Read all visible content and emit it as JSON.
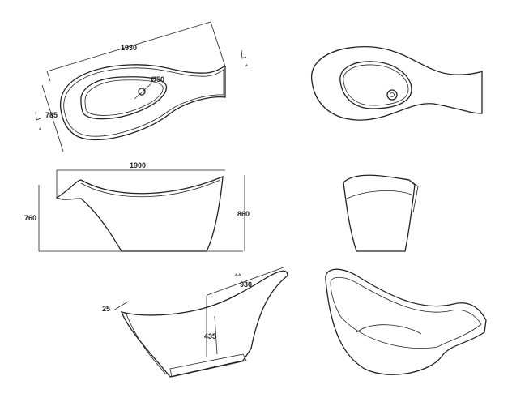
{
  "views": {
    "top_view": {
      "length": "1930",
      "width": "785",
      "drain": "Ø50",
      "section_mark_right": "A",
      "section_mark_left": "A"
    },
    "side_view": {
      "length": "1900",
      "height_left": "760",
      "height_right": "860"
    },
    "section_view": {
      "title": "A-A",
      "depth_length": "930",
      "wall": "25",
      "depth": "435"
    }
  }
}
